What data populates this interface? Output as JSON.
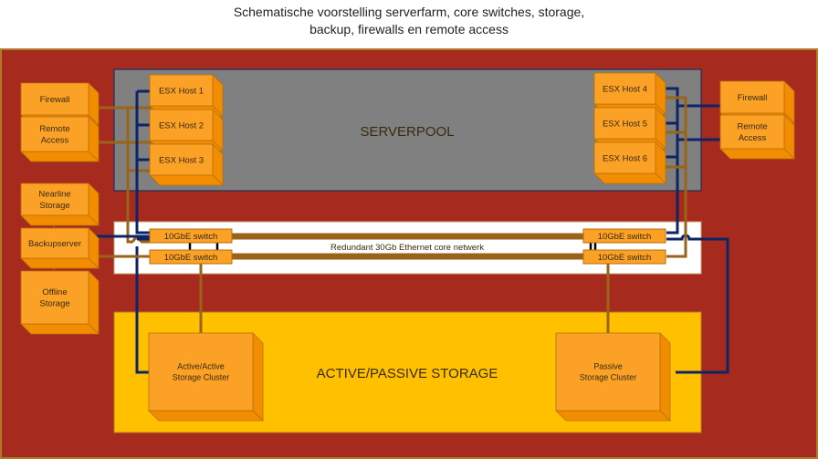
{
  "title": {
    "line1": "Schematische voorstelling serverfarm, core switches, storage,",
    "line2": "backup, firewalls en remote access"
  },
  "zones": {
    "serverpool": "SERVERPOOL",
    "core_network": "Redundant 30Gb Ethernet core netwerk",
    "storage": "ACTIVE/PASSIVE STORAGE"
  },
  "left_devices": {
    "firewall": "Firewall",
    "remote_access": [
      "Remote",
      "Access"
    ],
    "nearline": [
      "Nearline",
      "Storage"
    ],
    "backupserver": "Backupserver",
    "offline": [
      "Offline",
      "Storage"
    ]
  },
  "right_devices": {
    "firewall": "Firewall",
    "remote_access": [
      "Remote",
      "Access"
    ]
  },
  "hosts": [
    "ESX Host 1",
    "ESX Host 2",
    "ESX Host 3",
    "ESX Host 4",
    "ESX Host 5",
    "ESX Host 6"
  ],
  "switches": [
    "10GbE switch",
    "10GbE switch",
    "10GbE switch",
    "10GbE switch"
  ],
  "storage_clusters": {
    "active": [
      "Active/Active",
      "Storage Cluster"
    ],
    "passive": [
      "Passive",
      "Storage Cluster"
    ]
  },
  "colors": {
    "outer": "#a72a1e",
    "outer_border": "#b07a2a",
    "serverpool": "#808080",
    "storage_zone": "#ffc000",
    "box_front": "#fba125",
    "box_side": "#f28c00",
    "box_edge": "#b7700a",
    "link_brown": "#9a6418",
    "link_navy": "#0d2466"
  }
}
